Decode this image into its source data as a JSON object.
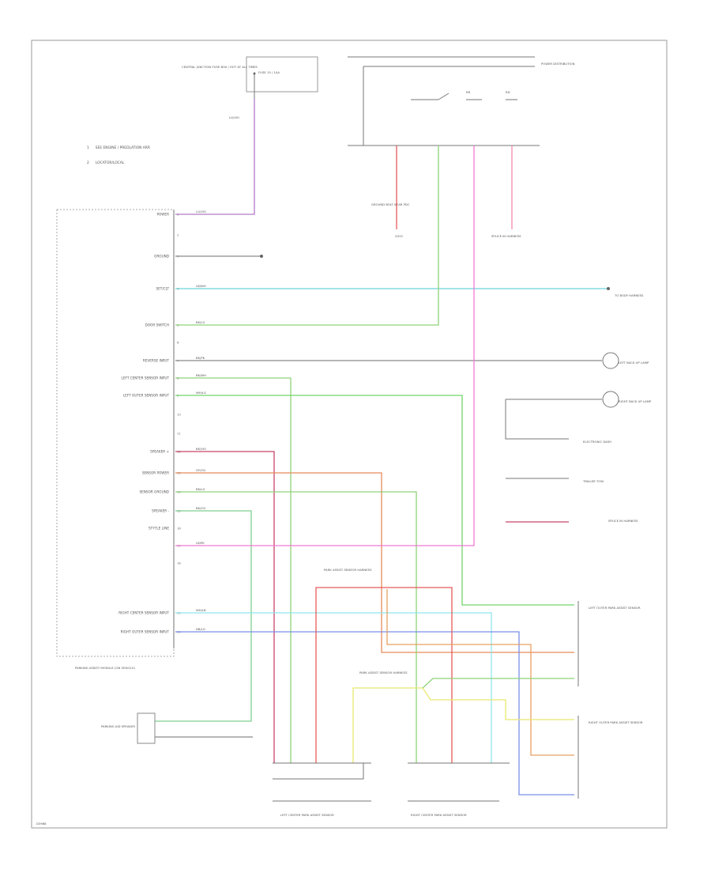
{
  "module": {
    "pins": [
      {
        "num": "1",
        "label": "POWER"
      },
      {
        "num": "2",
        "label": ""
      },
      {
        "num": "3",
        "label": "GROUND"
      },
      {
        "num": "4",
        "label": "SET/CLT"
      },
      {
        "num": "5",
        "label": "DOOR SWITCH"
      },
      {
        "num": "6",
        "label": ""
      },
      {
        "num": "7",
        "label": "REVERSE INPUT"
      },
      {
        "num": "8",
        "label": "LEFT CENTER SENSOR INPUT"
      },
      {
        "num": "9",
        "label": "LEFT OUTER SENSOR INPUT"
      },
      {
        "num": "10",
        "label": ""
      },
      {
        "num": "11",
        "label": ""
      },
      {
        "num": "12",
        "label": "SPEAKER +"
      },
      {
        "num": "13",
        "label": "SENSOR POWER"
      },
      {
        "num": "14",
        "label": "SENSOR GROUND"
      },
      {
        "num": "15",
        "label": "SPEAKER -"
      },
      {
        "num": "16",
        "label": "STYTLE LINE"
      },
      {
        "num": "17",
        "label": ""
      },
      {
        "num": "18",
        "label": ""
      },
      {
        "num": "19",
        "label": "RIGHT CENTER SENSOR INPUT"
      },
      {
        "num": "20",
        "label": "RIGHT OUTER SENSOR INPUT"
      }
    ],
    "name": "PARKING ASSIST MODULE (ON VEHICLE)"
  },
  "notes": [
    "SEE ENGINE / PREDLATION ARR",
    "LOCATOR/LOCAL"
  ],
  "labels": {
    "fuse_box": "CENTRAL JUNCTION FUSE BOX / HOT AT ALL TIMES",
    "fuse_inner": "FUSE 15 / 10A",
    "power_dist": "POWER DISTRIBUTION",
    "ground_loc": "GROUND BOLT NEAR PDC",
    "g_conn": "G201",
    "splice_l": "SPLICE IN HARNESS",
    "splice_r": "SPLICE IN HARNESS",
    "rear_conn": "TO BODY HARNESS",
    "left_reverse": "LEFT BACK UP LAMP",
    "right_reverse": "RIGHT BACK UP LAMP",
    "electronic_dash": "ELECTRONIC DASH",
    "trailer_tow": "TRAILER TOW",
    "park_sensor_hdr": "PARK ASSIST SENSOR HARNESS",
    "lo_sensor": "LEFT OUTER PARK ASSIST SENSOR",
    "ro_sensor": "RIGHT OUTER PARK ASSIST SENSOR",
    "lc_sensor": "LEFT CENTER PARK ASSIST SENSOR",
    "rc_sensor": "RIGHT CENTER PARK ASSIST SENSOR",
    "park_spk": "PARKING AID SPEAKER",
    "wire_power": "LG/VIO",
    "wire_set": "LB/WH",
    "wire_door": "BK/LG",
    "wire_rev": "BK/PK",
    "wire_lc": "BK/WH",
    "wire_lo": "WH/LG",
    "wire_spkp": "BK/VIO",
    "wire_spow": "GY/OG",
    "wire_sgnd": "BK/LG",
    "wire_spkm": "BK/OG",
    "wire_sty": "LB/PK",
    "wire_rc": "WH/LB",
    "wire_ro": "DB/LG",
    "copyright": "D3968"
  },
  "colors": {
    "power": "#b07ac8",
    "set": "#6cd4dc",
    "door": "#8fd27a",
    "reverse": "#8a8a8a",
    "lc": "#8fd27a",
    "lo": "#74d46a",
    "spkp": "#c9436a",
    "spow": "#e68a5a",
    "sgnd": "#8fd27a",
    "spkm": "#7ed08e",
    "sty": "#f07ad2",
    "rc": "#8ee6ee",
    "ro": "#7b8fe8",
    "red": "#e85a5a",
    "pink": "#f08aa8",
    "yellow": "#e8e870",
    "orange": "#e8a060"
  }
}
